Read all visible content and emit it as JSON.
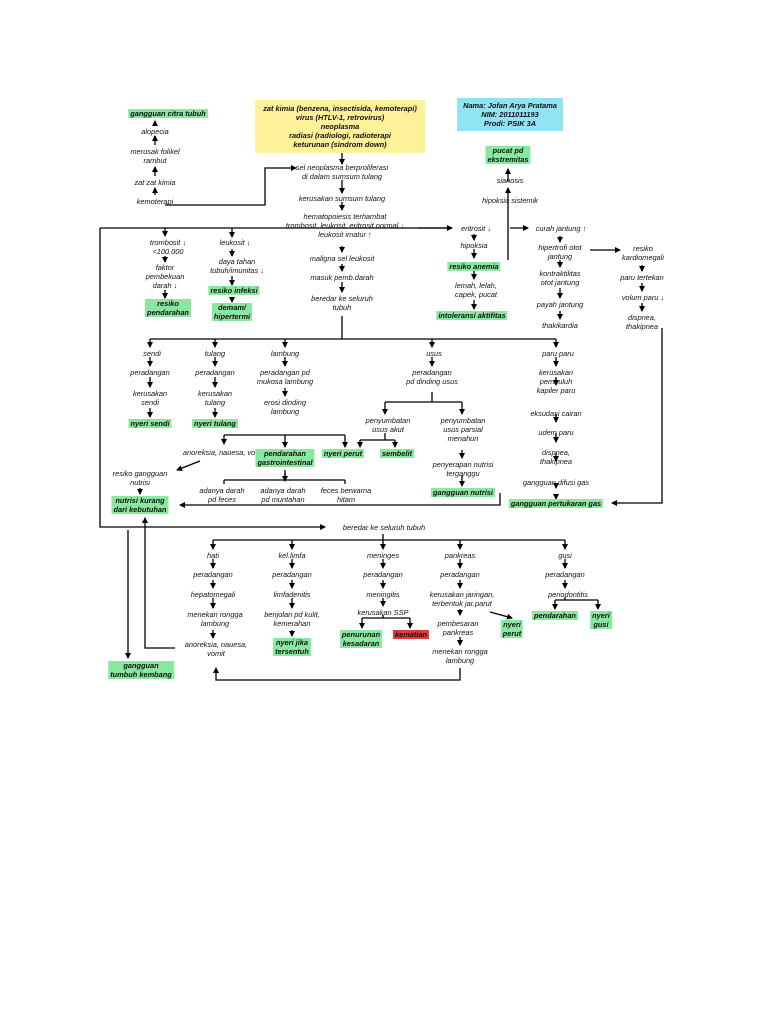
{
  "header": {
    "causes": "zat kimia (benzena, insectisida, kemoterapi)\nvirus (HTLV-1, retrovirus)\nneoplasma\nradiasi (radiologi, radioterapi\nketurunan (sindrom down)",
    "author": "Nama: Jofan Arya Pratama\nNIM: 2011011193\nProdi: PSIK 3A"
  },
  "nodes": {
    "gangguan_citra_tubuh": "gangguan citra tubuh",
    "alopecia": "alopecia",
    "merusak_folikel": "merusak folikel\nrambut",
    "zat_zat_kimia": "zat zat kimia",
    "kemoterapi": "kemoterapi",
    "sel_neoplasma": "sel neoplasma berproliferasi\ndi dalam sumsum tulang",
    "kerusakan_sumsum": "kerusakan sumsum tulang",
    "hematopoiesis": "hematopoiesis terhambat\ntrombosit, leukosit, eritrosit normal ↓\nleukosit imatur ↑",
    "maligna": "maligna sel leukosit",
    "masuk_pemb": "masuk pemb.darah",
    "beredar_1": "beredar ke seluruh\ntubuh",
    "trombosit": "trombosit ↓\n<100.000",
    "faktor_pembekuan": "faktor\npembekuan\ndarah ↓",
    "resiko_pendarahan": "resiko\npendarahan",
    "leukosit": "leukosit ↓",
    "daya_tahan": "daya tahan\ntubuh/imunitas ↓",
    "resiko_infeksi": "resiko infeksi",
    "demam": "demam/\nhipertermi",
    "pucat": "pucat pd\nekstremitas",
    "sianosis": "sianosis",
    "hipoksia_sistemik": "hipoksia sistemik",
    "eritrosit": "eritrosit ↓",
    "hipoksia": "hipoksia",
    "resiko_anemia": "resiko anemia",
    "lemah": "lemah, lelah,\ncapek, pucat",
    "intoleransi": "intoleransi aktifitas",
    "curah_jantung": "curah jantung ↑",
    "hipertrofi": "hipertrofi otot\njantung",
    "kontraktilitas": "kontraktilitas\notot jantung",
    "payah_jantung": "payah jantung",
    "thakikardia": "thakikardia",
    "resiko_kardiomegali": "resiko\nkardiomegali",
    "paru_tertekan": "paru tertekan",
    "volum_paru": "volum paru ↓",
    "dispnea_thakipnea_1": "dispnea,\nthakipnea",
    "sendi": "sendi",
    "peradangan_sendi": "peradangan",
    "kerusakan_sendi": "kerusakan\nsendi",
    "nyeri_sendi": "nyeri sendi",
    "tulang": "tulang",
    "peradangan_tulang": "peradangan",
    "kerusakan_tulang": "kerusakan\ntulang",
    "nyeri_tulang": "nyeri tulang",
    "lambung": "lambung",
    "peradangan_mukosa": "peradangan pd\nmukosa lambung",
    "erosi": "erosi dinding\nlambung",
    "anoreksia_1": "anoreksia, nauesa, vomit",
    "pendarahan_gi": "pendarahan\ngastrointestinal",
    "resiko_gangguan_nutrisi": "resiko gangguan\nnutrisi",
    "nutrisi_kurang": "nutrisi kurang\ndari kebutuhan",
    "darah_feces": "adanya darah\npd feces",
    "darah_muntahan": "adanya darah\npd muntahan",
    "feces_hitam": "feces berwarna\nhitam",
    "usus": "usus",
    "peradangan_usus": "peradangan\npd dinding usus",
    "penyumbatan_akut": "penyumbatan\nusus akut",
    "penyumbatan_parsial": "penyumbatan\nusus parsial\nmenahun",
    "nyeri_perut_1": "nyeri perut",
    "sembelit": "sembelit",
    "penyerapan": "penyerapan nutrisi\nterganggu",
    "gangguan_nutrisi": "gangguan nutrisi",
    "paru_paru": "paru paru",
    "kerusakan_pembuluh": "kerusakan\npembuluh\nkapiler paru",
    "eksudasi": "eksudasi cairan",
    "udem_paru": "udem paru",
    "dispnea_2": "dispnea,\nthakipnea",
    "gangguan_difusi": "gangguan difusi gas",
    "gangguan_pertukaran": "gangguan pertukaran gas",
    "beredar_2": "beredar ke seluruh tubuh",
    "hati": "hati",
    "peradangan_hati": "peradangan",
    "hepatomegali": "hepatomegali",
    "menekan_lambung_1": "menekan rongga\nlambung",
    "anoreksia_2": "anoreksia, nauesa,\nvomit",
    "gangguan_tumbuh": "gangguan\ntumbuh kembang",
    "kel_limfa": "kel.limfa",
    "peradangan_limfa": "peradangan",
    "limfadenitis": "limfadenitis",
    "benjolan": "benjolan pd kulit,\nkemerahan",
    "nyeri_tersentuh": "nyeri jika\ntersentuh",
    "meninges": "meninges",
    "peradangan_meninges": "peradangan",
    "meningitis": "meningitis",
    "kerusakan_ssp": "kerusakan SSP",
    "penurunan_kesadaran": "penurunan\nkesadaran",
    "kematian": "kematian",
    "pankreas": "pankreas",
    "peradangan_pankreas": "peradangan",
    "kerusakan_jaringan": "kerusakan jaringan,\nterbentuk jar.parut",
    "pembesaran_pankreas": "pembesaran\npankreas",
    "menekan_lambung_2": "menekan rongga\nlambung",
    "nyeri_perut_2": "nyeri\nperut",
    "gusi": "gusi",
    "peradangan_gusi": "peradangan",
    "periodontitis": "periodontitis",
    "pendarahan_gusi": "pendarahan",
    "nyeri_gusi": "nyeri\ngusi"
  }
}
